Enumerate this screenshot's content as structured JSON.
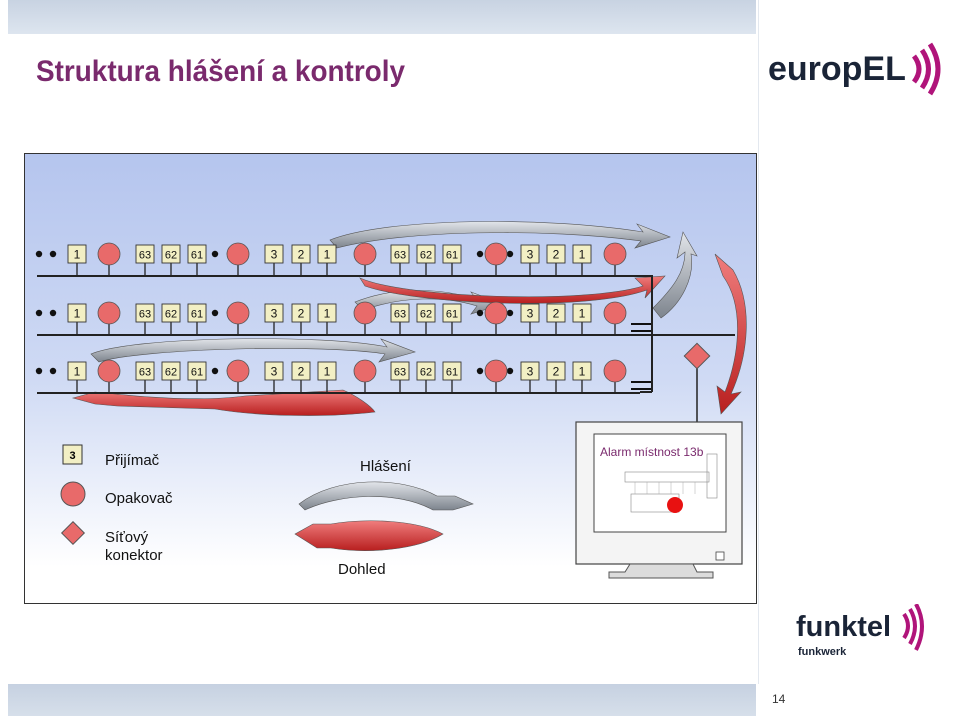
{
  "title": "Struktura hlášení a kontroly",
  "logo_top": "europEL",
  "logo_bottom": {
    "brand": "funktel",
    "sub": "funkwerk"
  },
  "page_number": "14",
  "row_sequence": [
    "1",
    "63",
    "62",
    "61",
    "3",
    "2",
    "1",
    "63",
    "62",
    "61",
    "3",
    "2",
    "1"
  ],
  "legend": {
    "receiver_sample": "3",
    "receiver": "Přijímač",
    "repeater": "Opakovač",
    "connector": "Síťový\nkonektor",
    "report": "Hlášení",
    "supervision": "Dohled"
  },
  "monitor": {
    "alarm_text": "Alarm místnost 13b"
  },
  "colors": {
    "title": "#7a2a6d",
    "repeater": "#e86a6a",
    "arrow_red": "#cc2b2b",
    "arrow_grey": "#8f969f",
    "box": "#f2efc4"
  }
}
